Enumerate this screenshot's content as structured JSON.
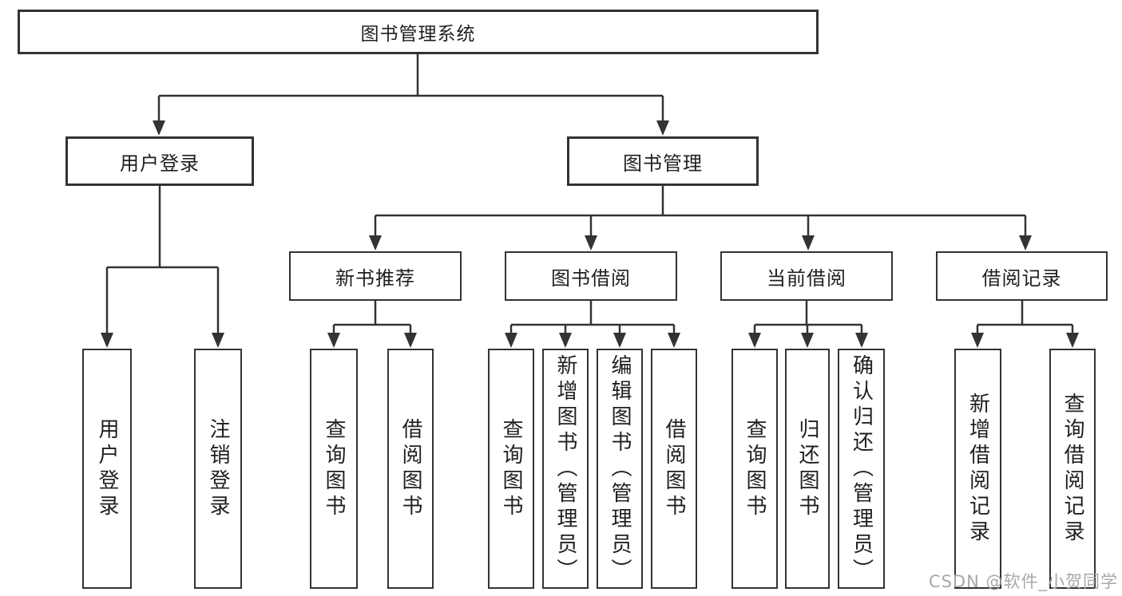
{
  "diagram": {
    "title_note": "functional structure tree of a library management system",
    "root": {
      "label": "图书管理系统"
    },
    "branches": [
      {
        "label": "用户登录",
        "children": [
          {
            "label": "用户登录"
          },
          {
            "label": "注销登录"
          }
        ]
      },
      {
        "label": "图书管理",
        "children": [
          {
            "label": "新书推荐",
            "children": [
              {
                "label": "查询图书"
              },
              {
                "label": "借阅图书"
              }
            ]
          },
          {
            "label": "图书借阅",
            "children": [
              {
                "label": "查询图书"
              },
              {
                "label": "新增图书（管理员）"
              },
              {
                "label": "编辑图书（管理员）"
              },
              {
                "label": "借阅图书"
              }
            ]
          },
          {
            "label": "当前借阅",
            "children": [
              {
                "label": "查询图书"
              },
              {
                "label": "归还图书"
              },
              {
                "label": "确认归还（管理员）"
              }
            ]
          },
          {
            "label": "借阅记录",
            "children": [
              {
                "label": "新增借阅记录"
              },
              {
                "label": "查询借阅记录"
              }
            ]
          }
        ]
      }
    ]
  },
  "watermark": {
    "text": "CSDN @软件_小贺同学"
  },
  "colors": {
    "line": "#333333",
    "box_border": "#333333",
    "text": "#1f1f1f",
    "watermark": "#a8a8a8",
    "background": "#ffffff"
  }
}
